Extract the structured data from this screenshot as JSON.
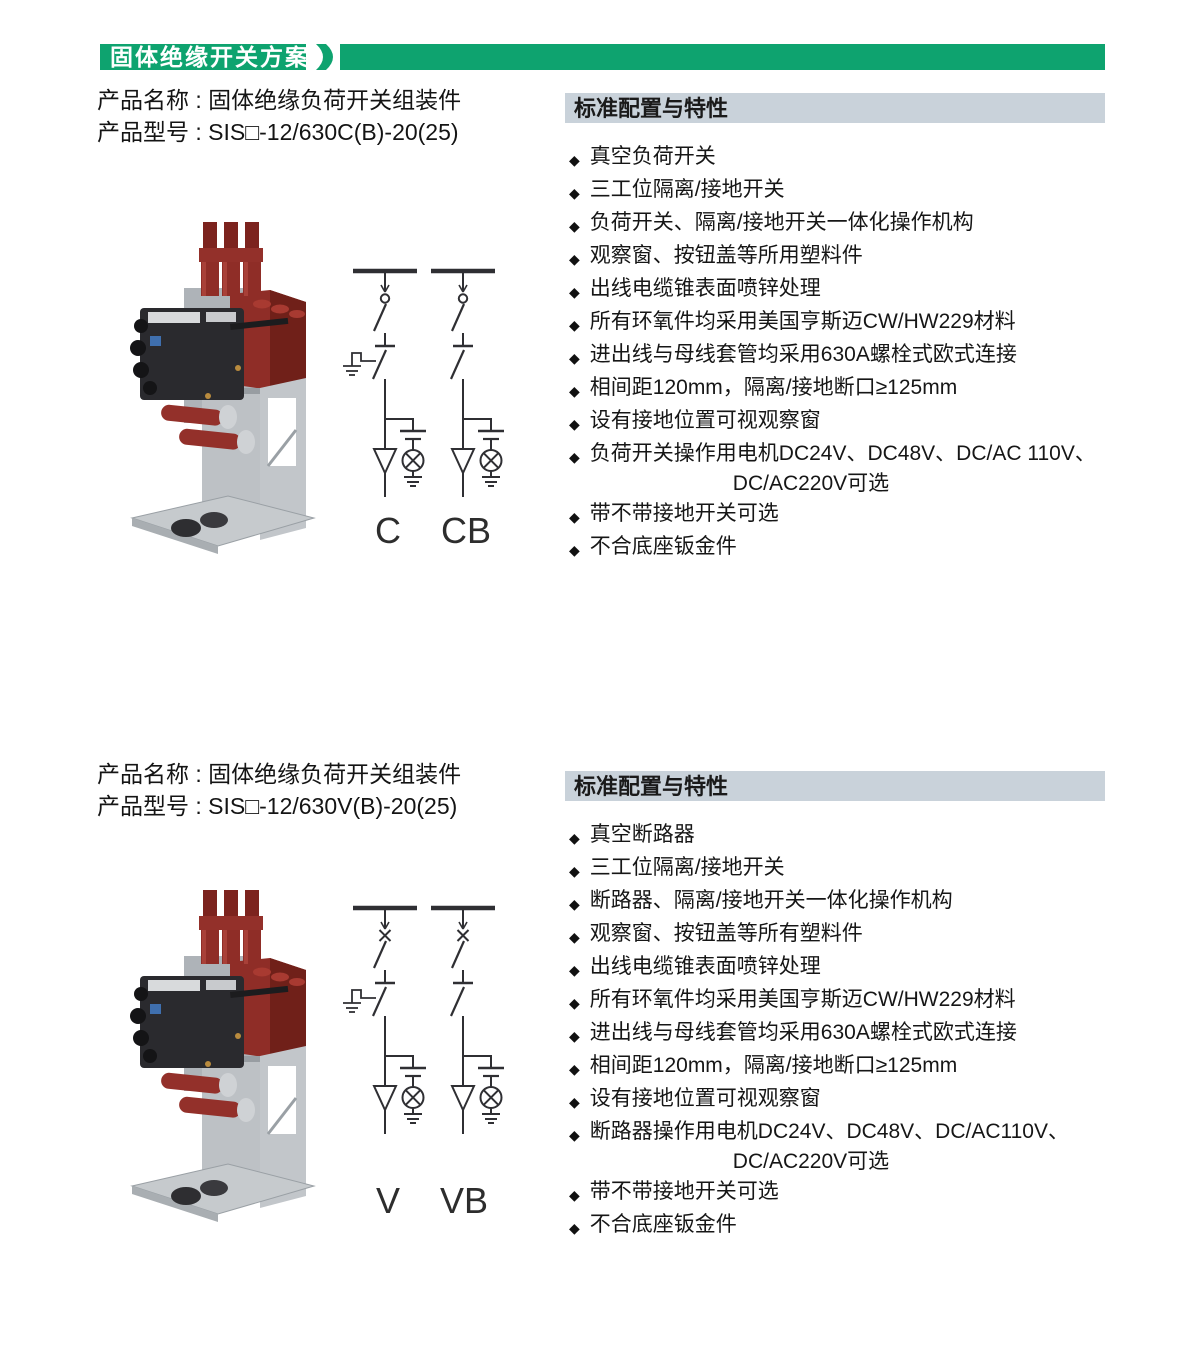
{
  "banner": {
    "title": "固体绝缘开关方案"
  },
  "colors": {
    "accent_green": "#0ea36f",
    "header_bar_gray": "#c9d2da"
  },
  "bullet": "◆",
  "sections": [
    {
      "product_name_line": "产品名称 : 固体绝缘负荷开关组装件",
      "product_model_line": "产品型号 : SIS□-12/630C(B)-20(25)",
      "config_title": "标准配置与特性",
      "features": [
        {
          "text": "真空负荷开关"
        },
        {
          "text": "三工位隔离/接地开关"
        },
        {
          "text": "负荷开关、隔离/接地开关一体化操作机构"
        },
        {
          "text": "观察窗、按钮盖等所用塑料件"
        },
        {
          "text": "出线电缆锥表面喷锌处理"
        },
        {
          "text": "所有环氧件均采用美国亨斯迈CW/HW229材料"
        },
        {
          "text": "进出线与母线套管均采用630A螺栓式欧式连接"
        },
        {
          "text": "相间距120mm，隔离/接地断口≥125mm"
        },
        {
          "text": "设有接地位置可视观察窗"
        },
        {
          "text": "负荷开关操作用电机DC24V、DC48V、DC/AC 110V、",
          "cont": "DC/AC220V可选"
        },
        {
          "text": "带不带接地开关可选"
        },
        {
          "text": "不合底座钣金件"
        }
      ],
      "diagrams": [
        {
          "label": "C",
          "contact": "circle",
          "earth": true
        },
        {
          "label": "CB",
          "contact": "circle",
          "earth": false
        }
      ]
    },
    {
      "product_name_line": "产品名称 : 固体绝缘负荷开关组装件",
      "product_model_line": "产品型号 : SIS□-12/630V(B)-20(25)",
      "config_title": "标准配置与特性",
      "features": [
        {
          "text": "真空断路器"
        },
        {
          "text": "三工位隔离/接地开关"
        },
        {
          "text": "断路器、隔离/接地开关一体化操作机构"
        },
        {
          "text": "观察窗、按钮盖等所有塑料件"
        },
        {
          "text": "出线电缆锥表面喷锌处理"
        },
        {
          "text": "所有环氧件均采用美国亨斯迈CW/HW229材料"
        },
        {
          "text": "进出线与母线套管均采用630A螺栓式欧式连接"
        },
        {
          "text": "相间距120mm，隔离/接地断口≥125mm"
        },
        {
          "text": "设有接地位置可视观察窗"
        },
        {
          "text": "断路器操作用电机DC24V、DC48V、DC/AC110V、",
          "cont": "DC/AC220V可选"
        },
        {
          "text": "带不带接地开关可选"
        },
        {
          "text": "不合底座钣金件"
        }
      ],
      "diagrams": [
        {
          "label": "V",
          "contact": "cross",
          "earth": true
        },
        {
          "label": "VB",
          "contact": "cross",
          "earth": false
        }
      ]
    }
  ]
}
